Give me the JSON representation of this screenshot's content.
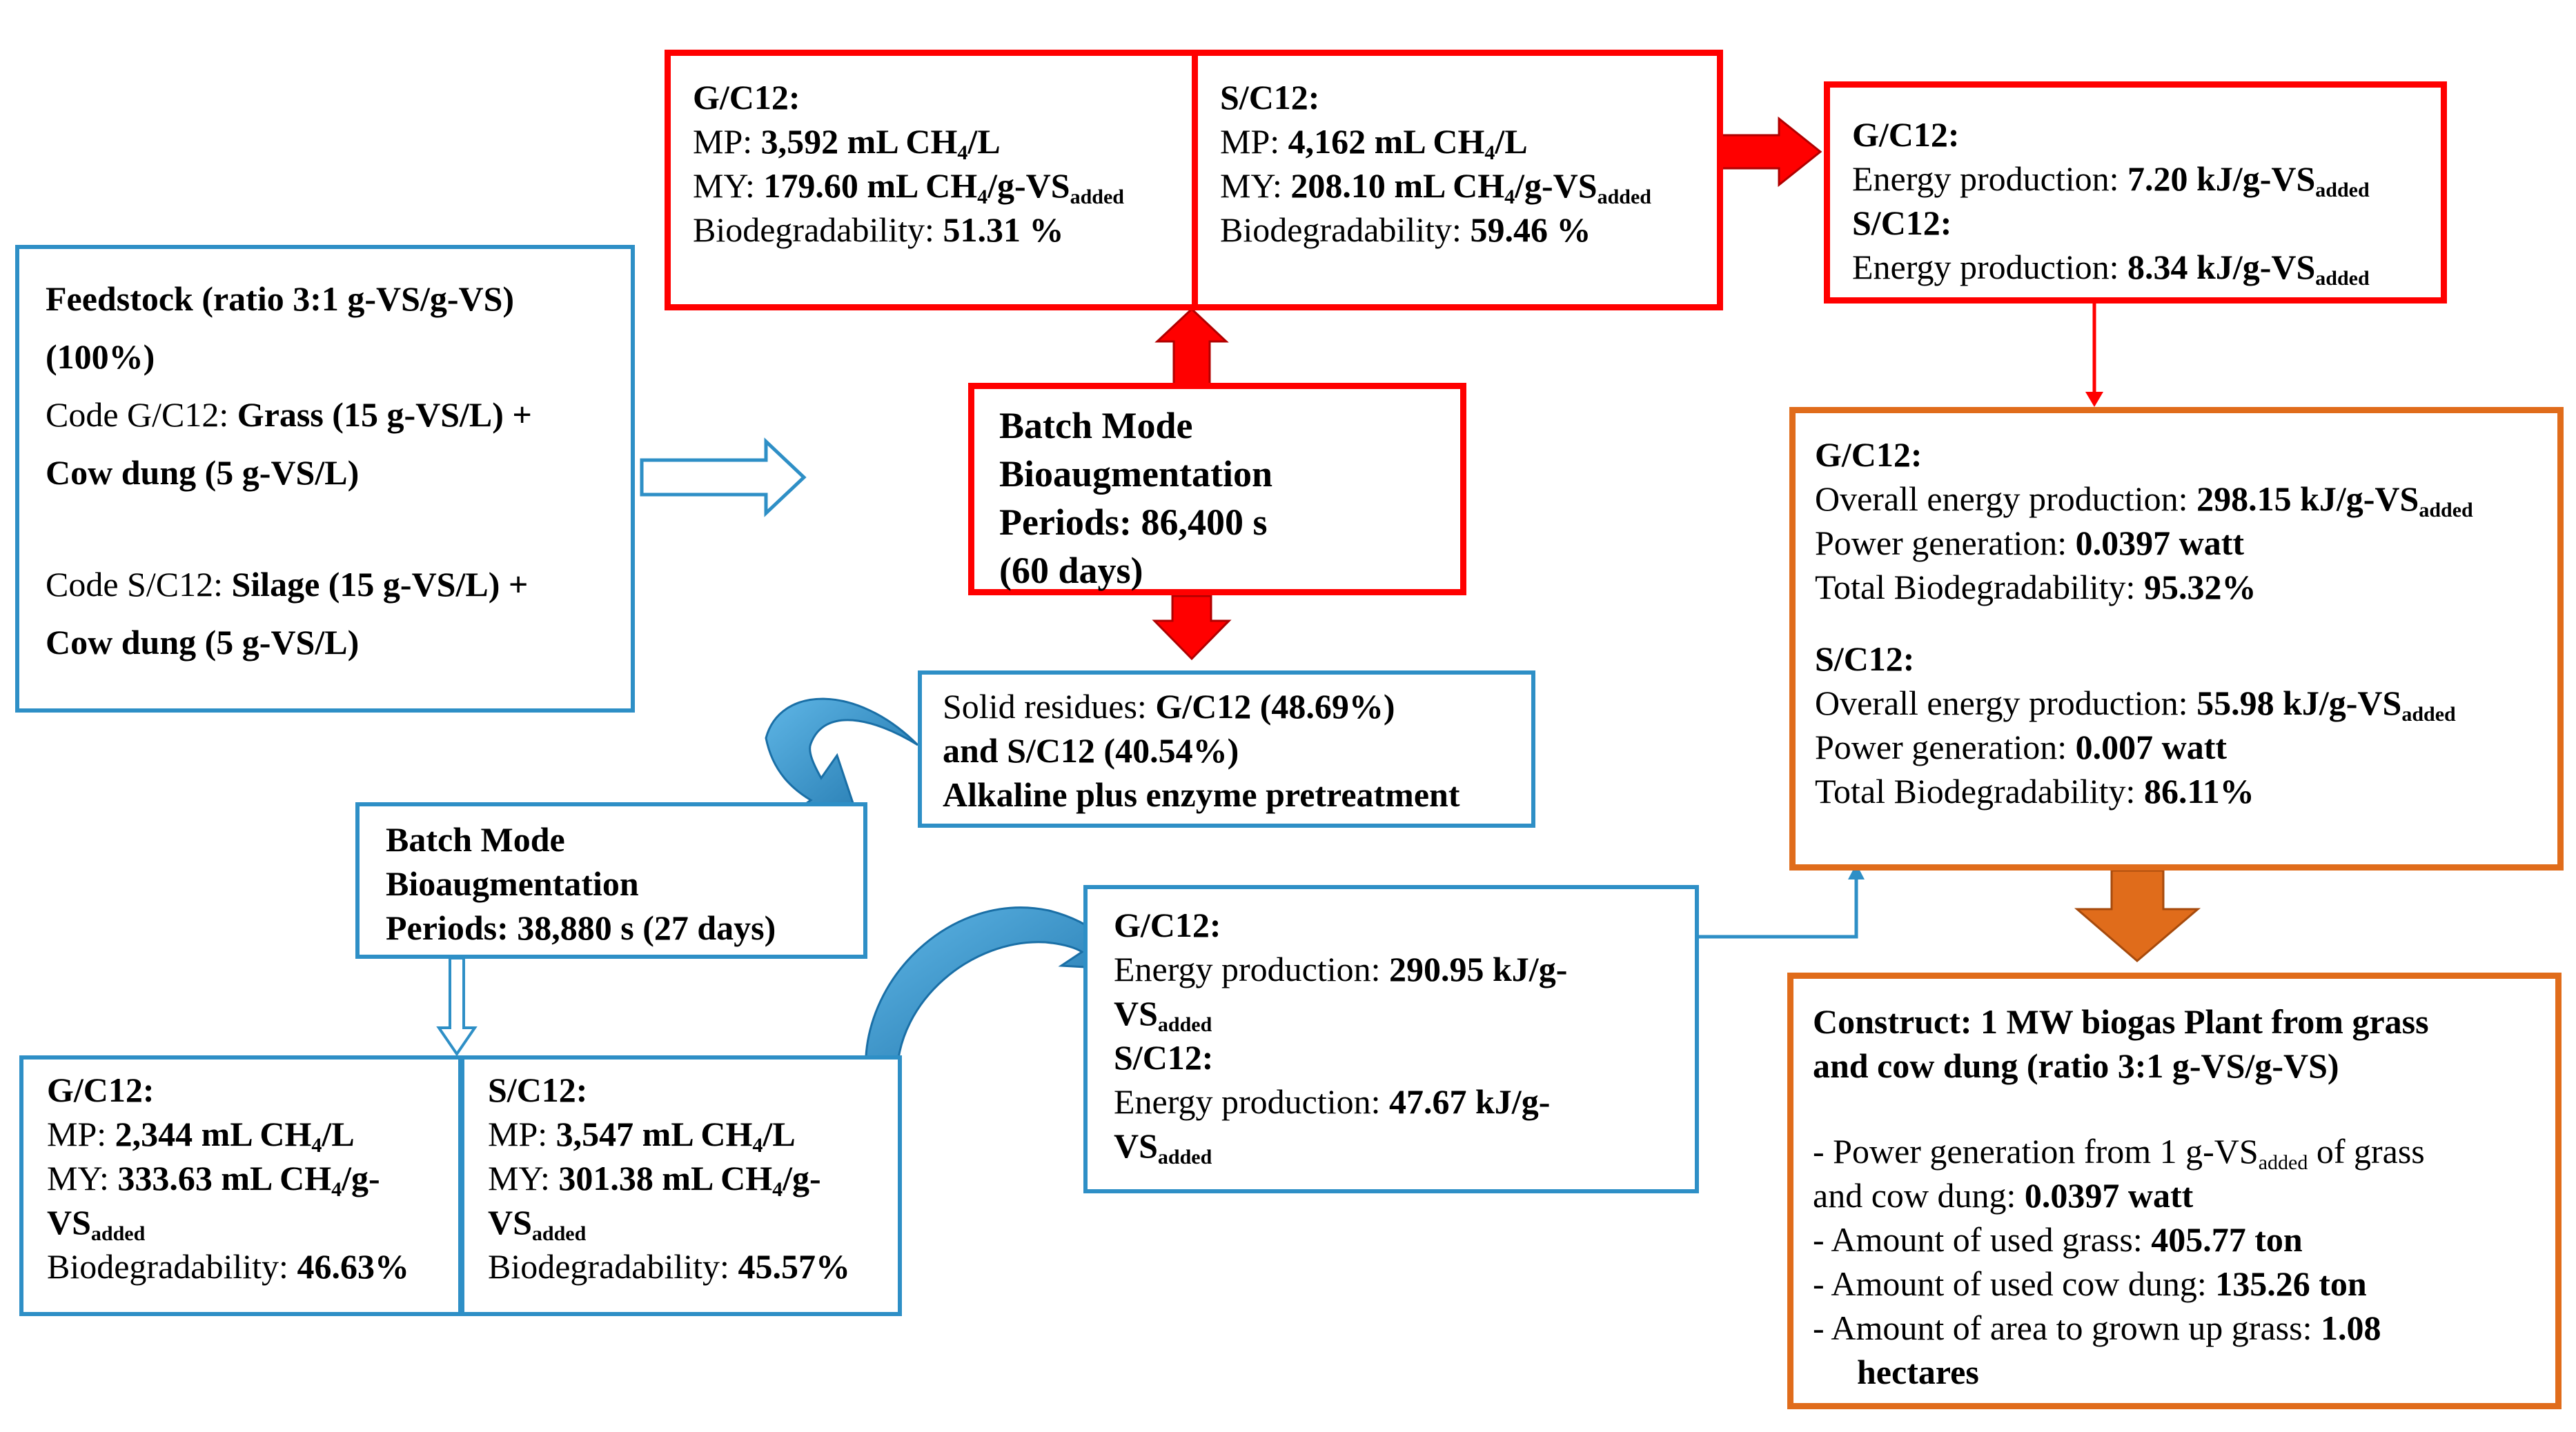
{
  "colors": {
    "red": "#ff0000",
    "blue": "#2e8fc6",
    "orange": "#e06c1b"
  },
  "units": {
    "ch4": "CH",
    "ch4_sub": "4",
    "per_l": "/L",
    "vs_sub": "added"
  },
  "feedstock": {
    "line1": "Feedstock (ratio  3:1 g-VS/g-VS)",
    "line2": "(100%)",
    "g_code": "Code G/C12: ",
    "g_mix": "Grass (15 g-VS/L) +",
    "g_mix2": "Cow dung (5 g-VS/L)",
    "s_code": "Code S/C12: ",
    "s_mix": "Silage (15 g-VS/L) +",
    "s_mix2": "Cow dung (5 g-VS/L)"
  },
  "batch60": {
    "line1": "Batch Mode",
    "line2": "Bioaugmentation",
    "line3": "Periods:  86,400 s",
    "line4": "(60 days)"
  },
  "top_g": {
    "code": "G/C12:",
    "mp_label": "MP: ",
    "mp_value": "3,592 mL ",
    "my_label": "MY: ",
    "my_value": "179.60 mL ",
    "my_unit": "/g-VS",
    "bio_label": "Biodegradability:  ",
    "bio_value": "51.31 %"
  },
  "top_s": {
    "code": "S/C12:",
    "mp_label": "MP: ",
    "mp_value": "4,162 mL ",
    "my_label": "MY: ",
    "my_value": "208.10 mL ",
    "my_unit": "/g-VS",
    "bio_label": "Biodegradability:  ",
    "bio_value": "59.46 %"
  },
  "energy_top": {
    "g_code": "G/C12:",
    "g_label": "Energy production:  ",
    "g_value": "7.20 kJ/g-VS",
    "s_code": "S/C12:",
    "s_label": "Energy production:  ",
    "s_value": "8.34 kJ/g-VS"
  },
  "overall": {
    "g_code": "G/C12:",
    "g_energy_label": "Overall energy production:  ",
    "g_energy_value": "298.15 kJ/g-VS",
    "g_power_label": "Power generation: ",
    "g_power_value": "0.0397 watt",
    "g_bio_label": "Total Biodegradability:  ",
    "g_bio_value": "95.32%",
    "s_code": "S/C12:",
    "s_energy_label": "Overall energy production:  ",
    "s_energy_value": "55.98 kJ/g-VS",
    "s_power_label": "Power generation: ",
    "s_power_value": "0.007 watt",
    "s_bio_label": "Total Biodegradability:  ",
    "s_bio_value": "86.11%"
  },
  "solid": {
    "line1_label": "Solid  residues: ",
    "line1_value": "G/C12 (48.69%)",
    "line2": "and S/C12 (40.54%)",
    "line3": "Alkaline plus enzyme pretreatment"
  },
  "batch27": {
    "line1": "Batch Mode",
    "line2": "Bioaugmentation",
    "line3": "Periods: 38,880 s (27 days)"
  },
  "bottom_g": {
    "code": "G/C12:",
    "mp_label": "MP: ",
    "mp_value": "2,344 mL ",
    "my_label": "MY: ",
    "my_value": "333.63 mL ",
    "my_unit": "/g-",
    "my_vs": "VS",
    "bio_label": "Biodegradability:  ",
    "bio_value": "46.63%"
  },
  "bottom_s": {
    "code": "S/C12:",
    "mp_label": "MP: ",
    "mp_value": "3,547 mL ",
    "my_label": "MY: ",
    "my_value": "301.38 mL ",
    "my_unit": "/g-",
    "my_vs": "VS",
    "bio_label": "Biodegradability:  ",
    "bio_value": "45.57%"
  },
  "energy_mid": {
    "g_code": "G/C12:",
    "g_label": "Energy production:  ",
    "g_value": "290.95 kJ/g-",
    "g_vs": "VS",
    "s_code": "S/C12:",
    "s_label": "Energy production:  ",
    "s_value": "47.67 kJ/g-",
    "s_vs": "VS"
  },
  "construct": {
    "title1": "Construct: 1 MW biogas Plant from grass",
    "title2": "and cow dung (ratio 3:1 g-VS/g-VS)",
    "item1_a": "-   Power generation from 1 g-VS",
    "item1_b": " of grass",
    "item1_c": "and cow dung:  ",
    "item1_value": "0.0397 watt",
    "item2_label": "-     Amount of used grass: ",
    "item2_value": "405.77 ton",
    "item3_label": "-     Amount of used cow dung: ",
    "item3_value": "135.26 ton",
    "item4_label": "-     Amount of area to grown up grass: ",
    "item4_value": "1.08",
    "item4_value2": "hectares"
  }
}
